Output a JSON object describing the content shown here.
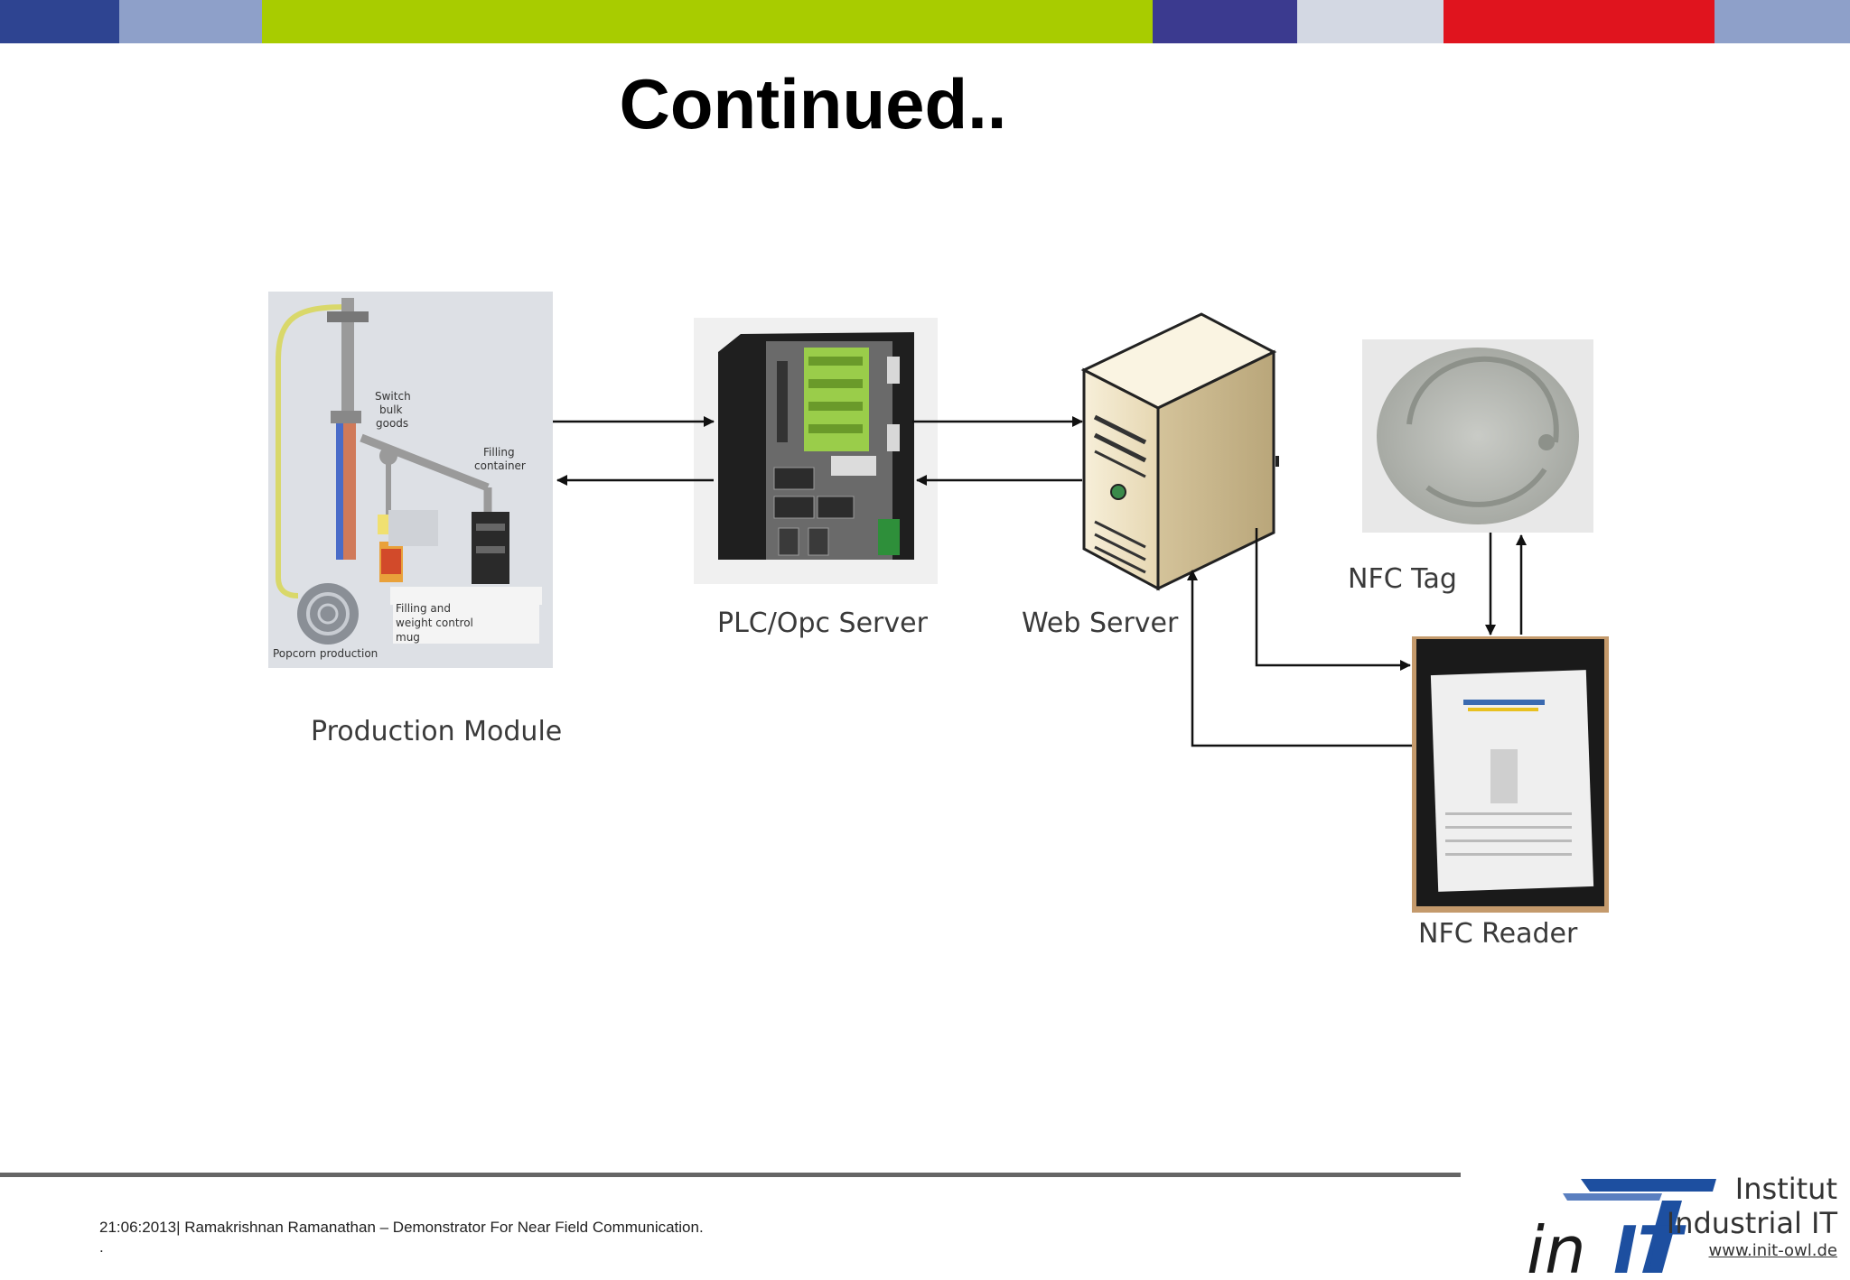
{
  "slide": {
    "title": "Continued..",
    "colors": {
      "navy": "#2e4491",
      "steel": "#8ea0c9",
      "lime": "#a8cc00",
      "indigo": "#3b3a8f",
      "silver": "#d3d8e3",
      "red": "#e0141e",
      "accent_blue": "#1d4fa0"
    }
  },
  "diagram": {
    "nodes": [
      {
        "id": "production",
        "label": "Production Module",
        "inner_labels": [
          "Switch",
          "bulk",
          "goods",
          "Filling",
          "container",
          "Filling and",
          "weight control",
          "mug",
          "Popcorn production"
        ]
      },
      {
        "id": "plc",
        "label": "PLC/Opc Server"
      },
      {
        "id": "webserver",
        "label": "Web Server"
      },
      {
        "id": "nfctag",
        "label": "NFC Tag"
      },
      {
        "id": "nfcreader",
        "label": "NFC Reader"
      }
    ]
  },
  "footer": {
    "text": "21:06:2013| Ramakrishnan Ramanathan – Demonstrator For Near Field Communication.",
    "dot": "."
  },
  "logo": {
    "mark_in": "in",
    "mark_it": "IT",
    "line1": "Institut",
    "line2": "Industrial IT",
    "url": "www.init-owl.de"
  }
}
